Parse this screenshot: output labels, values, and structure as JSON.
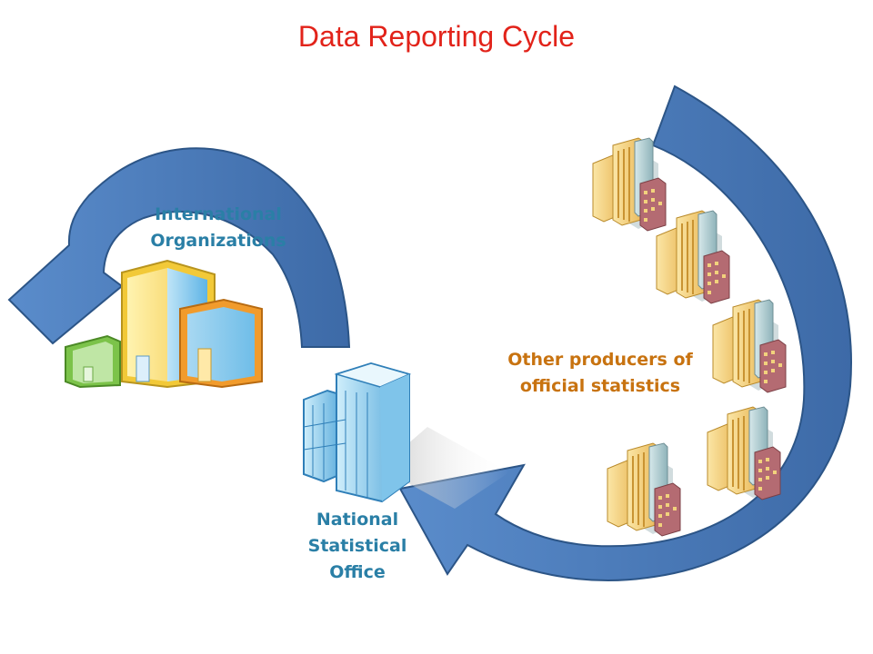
{
  "title": "Data Reporting Cycle",
  "nodes": {
    "international": {
      "lines": [
        "International",
        "Organizations"
      ]
    },
    "other_producers": {
      "lines": [
        "Other producers of",
        "official statistics"
      ]
    },
    "nso": {
      "lines": [
        "National",
        "Statistical",
        "Office"
      ]
    }
  },
  "colors": {
    "title": "#e2231a",
    "arrow": "#4a78b4",
    "arrow_stroke": "#2c5587",
    "label_blue": "#2a7fa6",
    "label_orange": "#c87310"
  }
}
